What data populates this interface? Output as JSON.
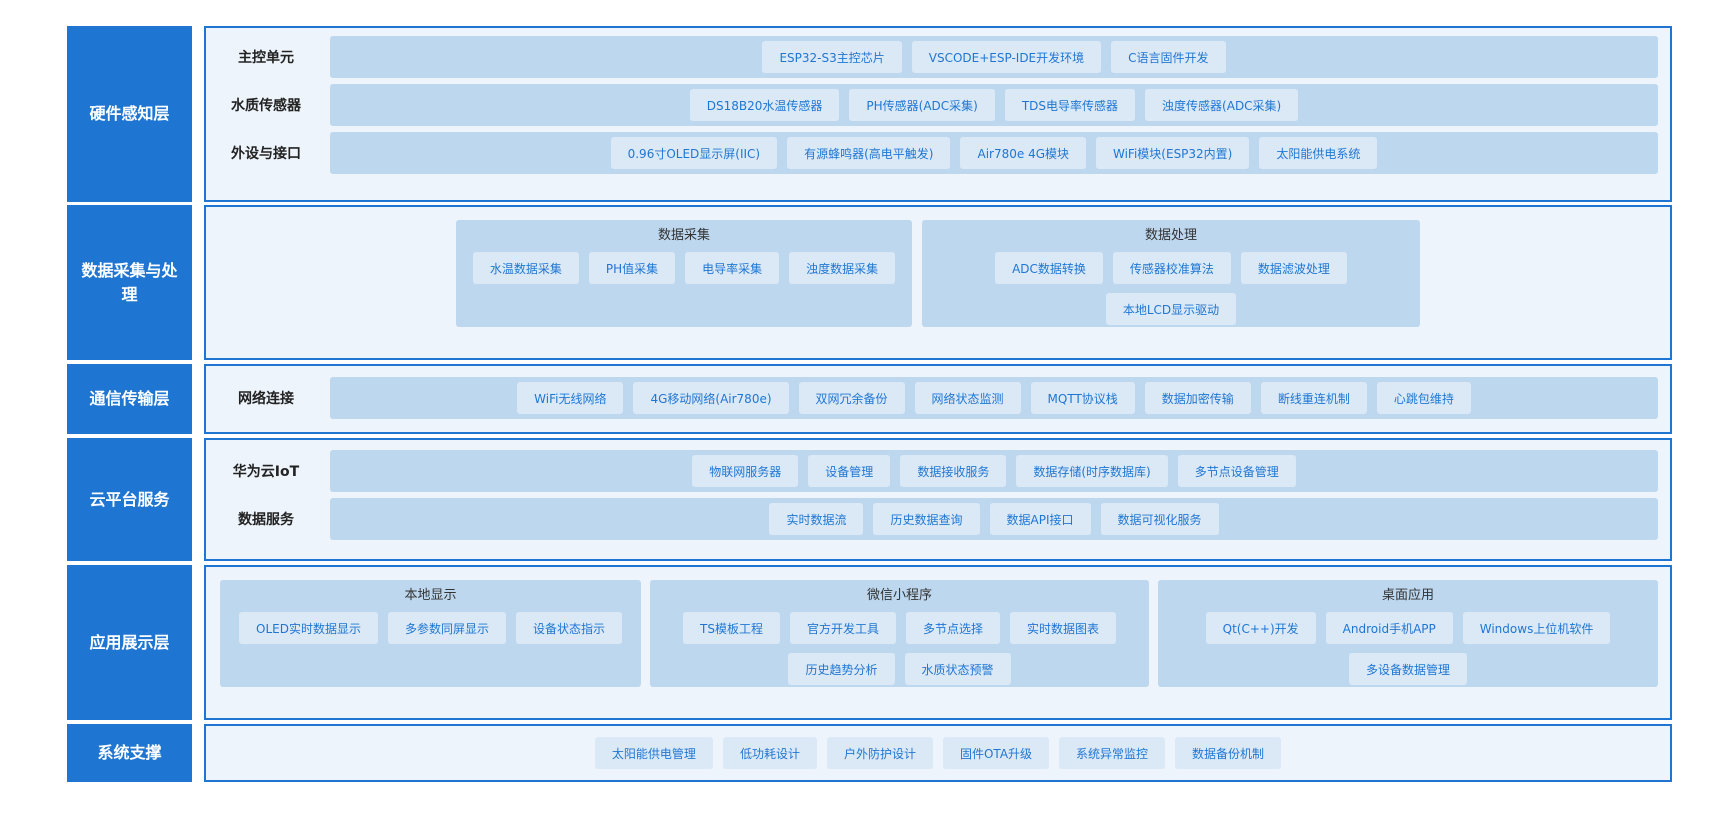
{
  "layers": {
    "hardware": {
      "label": "硬件感知层",
      "rows": [
        {
          "label": "主控单元",
          "chips": [
            "ESP32-S3主控芯片",
            "VSCODE+ESP-IDE开发环境",
            "C语言固件开发"
          ]
        },
        {
          "label": "水质传感器",
          "chips": [
            "DS18B20水温传感器",
            "PH传感器(ADC采集)",
            "TDS电导率传感器",
            "浊度传感器(ADC采集)"
          ]
        },
        {
          "label": "外设与接口",
          "chips": [
            "0.96寸OLED显示屏(IIC)",
            "有源蜂鸣器(高电平触发)",
            "Air780e 4G模块",
            "WiFi模块(ESP32内置)",
            "太阳能供电系统"
          ]
        }
      ]
    },
    "data": {
      "label": "数据采集与处理",
      "groups": [
        {
          "title": "数据采集",
          "chips": [
            "水温数据采集",
            "PH值采集",
            "电导率采集",
            "浊度数据采集"
          ]
        },
        {
          "title": "数据处理",
          "chips": [
            "ADC数据转换",
            "传感器校准算法",
            "数据滤波处理",
            "本地LCD显示驱动"
          ]
        }
      ]
    },
    "comm": {
      "label": "通信传输层",
      "rows": [
        {
          "label": "网络连接",
          "chips": [
            "WiFi无线网络",
            "4G移动网络(Air780e)",
            "双网冗余备份",
            "网络状态监测",
            "MQTT协议栈",
            "数据加密传输",
            "断线重连机制",
            "心跳包维持"
          ]
        }
      ]
    },
    "cloud": {
      "label": "云平台服务",
      "rows": [
        {
          "label": "华为云IoT",
          "chips": [
            "物联网服务器",
            "设备管理",
            "数据接收服务",
            "数据存储(时序数据库)",
            "多节点设备管理"
          ]
        },
        {
          "label": "数据服务",
          "chips": [
            "实时数据流",
            "历史数据查询",
            "数据API接口",
            "数据可视化服务"
          ]
        }
      ]
    },
    "app": {
      "label": "应用展示层",
      "groups": [
        {
          "title": "本地显示",
          "chips": [
            "OLED实时数据显示",
            "多参数同屏显示",
            "设备状态指示"
          ]
        },
        {
          "title": "微信小程序",
          "chips": [
            "TS模板工程",
            "官方开发工具",
            "多节点选择",
            "实时数据图表",
            "历史趋势分析",
            "水质状态预警"
          ]
        },
        {
          "title": "桌面应用",
          "chips": [
            "Qt(C++)开发",
            "Android手机APP",
            "Windows上位机软件",
            "多设备数据管理"
          ]
        }
      ]
    },
    "system": {
      "label": "系统支撑",
      "chips": [
        "太阳能供电管理",
        "低功耗设计",
        "户外防护设计",
        "固件OTA升级",
        "系统异常监控",
        "数据备份机制"
      ]
    }
  },
  "colors": {
    "accent": "#1f76d2",
    "panel_bg": "#eef4fb",
    "bar_bg": "#bdd7ee",
    "chip_bg": "#dbe9f7"
  }
}
